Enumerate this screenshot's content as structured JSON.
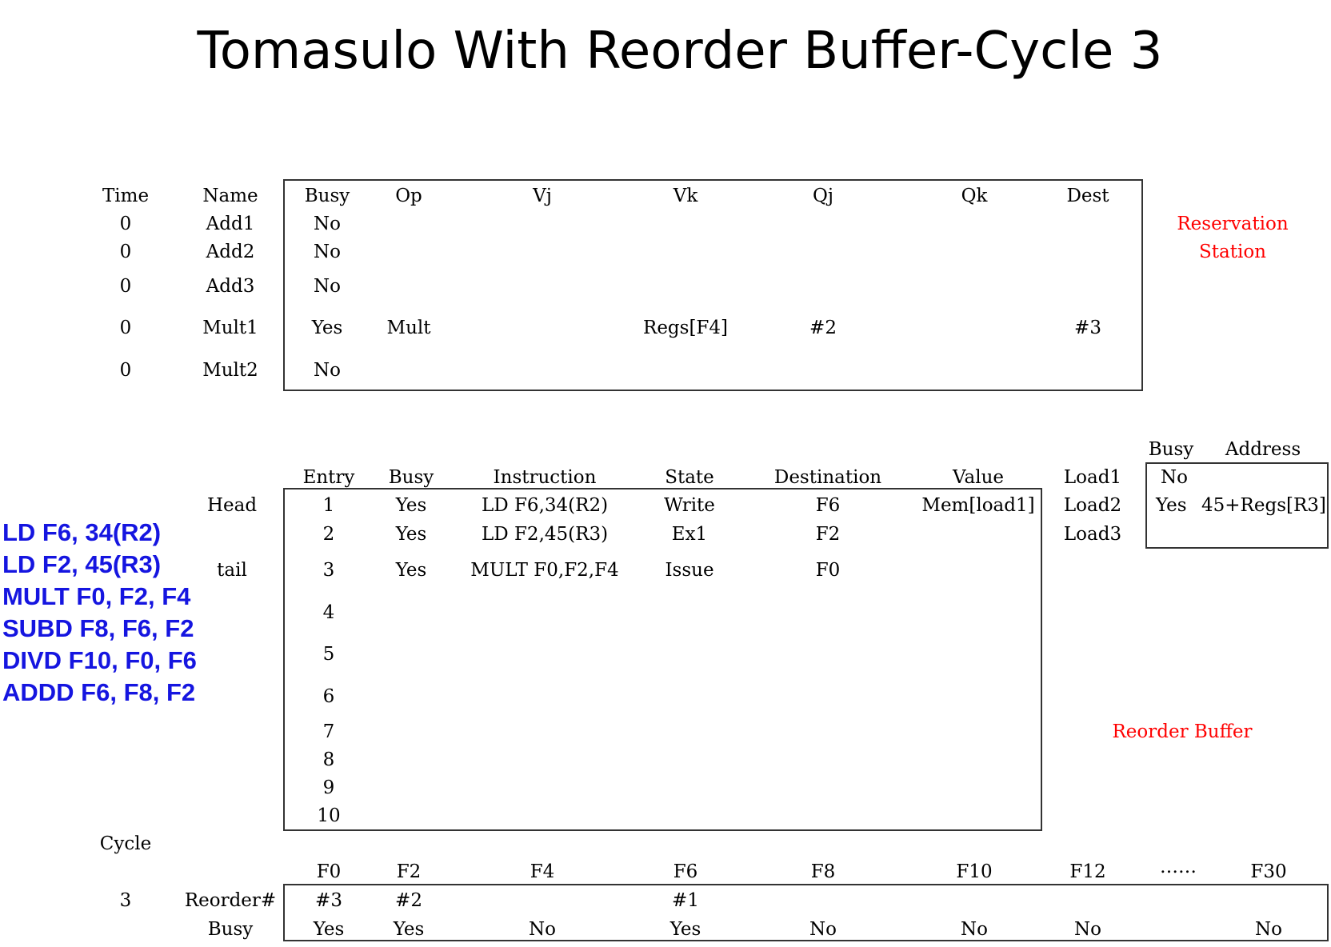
{
  "title": "Tomasulo With Reorder Buffer-Cycle 3",
  "colors": {
    "label_red": "#ff0000",
    "program_blue": "#1515e0"
  },
  "reservation_station": {
    "label_line1": "Reservation",
    "label_line2": "Station",
    "headers": {
      "time": "Time",
      "name": "Name",
      "busy": "Busy",
      "op": "Op",
      "vj": "Vj",
      "vk": "Vk",
      "qj": "Qj",
      "qk": "Qk",
      "dest": "Dest"
    },
    "rows": [
      {
        "time": "0",
        "name": "Add1",
        "busy": "No",
        "op": "",
        "vj": "",
        "vk": "",
        "qj": "",
        "qk": "",
        "dest": ""
      },
      {
        "time": "0",
        "name": "Add2",
        "busy": "No",
        "op": "",
        "vj": "",
        "vk": "",
        "qj": "",
        "qk": "",
        "dest": ""
      },
      {
        "time": "0",
        "name": "Add3",
        "busy": "No",
        "op": "",
        "vj": "",
        "vk": "",
        "qj": "",
        "qk": "",
        "dest": ""
      },
      {
        "time": "0",
        "name": "Mult1",
        "busy": "Yes",
        "op": "Mult",
        "vj": "",
        "vk": "Regs[F4]",
        "qj": "#2",
        "qk": "",
        "dest": "#3"
      },
      {
        "time": "0",
        "name": "Mult2",
        "busy": "No",
        "op": "",
        "vj": "",
        "vk": "",
        "qj": "",
        "qk": "",
        "dest": ""
      }
    ]
  },
  "reorder_buffer": {
    "label": "Reorder Buffer",
    "head_label": "Head",
    "tail_label": "tail",
    "headers": {
      "entry": "Entry",
      "busy": "Busy",
      "instruction": "Instruction",
      "state": "State",
      "destination": "Destination",
      "value": "Value"
    },
    "rows": [
      {
        "entry": "1",
        "busy": "Yes",
        "instruction": "LD F6,34(R2)",
        "state": "Write",
        "destination": "F6",
        "value": "Mem[load1]"
      },
      {
        "entry": "2",
        "busy": "Yes",
        "instruction": "LD F2,45(R3)",
        "state": "Ex1",
        "destination": "F2",
        "value": ""
      },
      {
        "entry": "3",
        "busy": "Yes",
        "instruction": "MULT F0,F2,F4",
        "state": "Issue",
        "destination": "F0",
        "value": ""
      },
      {
        "entry": "4",
        "busy": "",
        "instruction": "",
        "state": "",
        "destination": "",
        "value": ""
      },
      {
        "entry": "5",
        "busy": "",
        "instruction": "",
        "state": "",
        "destination": "",
        "value": ""
      },
      {
        "entry": "6",
        "busy": "",
        "instruction": "",
        "state": "",
        "destination": "",
        "value": ""
      },
      {
        "entry": "7",
        "busy": "",
        "instruction": "",
        "state": "",
        "destination": "",
        "value": ""
      },
      {
        "entry": "8",
        "busy": "",
        "instruction": "",
        "state": "",
        "destination": "",
        "value": ""
      },
      {
        "entry": "9",
        "busy": "",
        "instruction": "",
        "state": "",
        "destination": "",
        "value": ""
      },
      {
        "entry": "10",
        "busy": "",
        "instruction": "",
        "state": "",
        "destination": "",
        "value": ""
      }
    ]
  },
  "load_buffer": {
    "headers": {
      "busy": "Busy",
      "address": "Address"
    },
    "rows": [
      {
        "name": "Load1",
        "busy": "No",
        "address": ""
      },
      {
        "name": "Load2",
        "busy": "Yes",
        "address": "45+Regs[R3]"
      },
      {
        "name": "Load3",
        "busy": "",
        "address": ""
      }
    ]
  },
  "program": [
    "LD F6, 34(R2)",
    "LD F2, 45(R3)",
    "MULT F0, F2, F4",
    "SUBD F8, F6, F2",
    "DIVD F10, F0, F6",
    "ADDD F6, F8, F2"
  ],
  "register_status": {
    "cycle_label": "Cycle",
    "cycle_value": "3",
    "reorder_label": "Reorder#",
    "busy_label": "Busy",
    "registers": [
      "F0",
      "F2",
      "F4",
      "F6",
      "F8",
      "F10",
      "F12",
      "……",
      "F30"
    ],
    "reorder": [
      "#3",
      "#2",
      "",
      "#1",
      "",
      "",
      "",
      "",
      ""
    ],
    "busy": [
      "Yes",
      "Yes",
      "No",
      "Yes",
      "No",
      "No",
      "No",
      "",
      "No"
    ]
  }
}
